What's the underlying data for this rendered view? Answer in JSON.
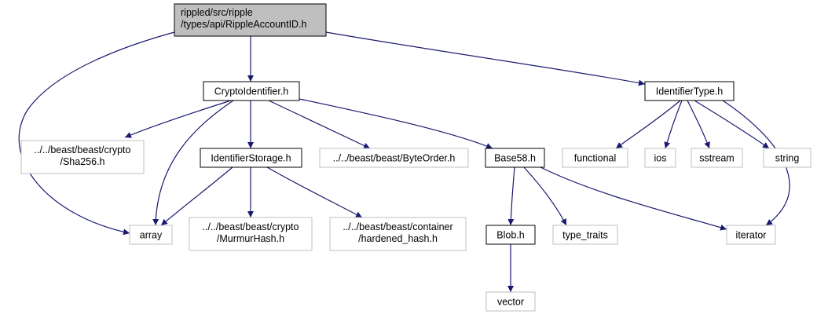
{
  "diagram": {
    "colors": {
      "edge": "#191970",
      "root_fill": "#bfbfbf",
      "root_stroke": "#000000",
      "internal_stroke": "#000000",
      "external_stroke": "#bfbfbf",
      "node_fill": "#ffffff"
    },
    "nodes": [
      {
        "id": "root",
        "kind": "root",
        "lines": [
          "rippled/src/ripple",
          "/types/api/RippleAccountID.h"
        ]
      },
      {
        "id": "crypto_identifier",
        "kind": "internal",
        "lines": [
          "CryptoIdentifier.h"
        ]
      },
      {
        "id": "identifier_type",
        "kind": "internal",
        "lines": [
          "IdentifierType.h"
        ]
      },
      {
        "id": "sha256",
        "kind": "external",
        "lines": [
          "../../beast/beast/crypto",
          "/Sha256.h"
        ]
      },
      {
        "id": "identifier_storage",
        "kind": "internal",
        "lines": [
          "IdentifierStorage.h"
        ]
      },
      {
        "id": "byte_order",
        "kind": "external",
        "lines": [
          "../../beast/beast/ByteOrder.h"
        ]
      },
      {
        "id": "base58",
        "kind": "internal",
        "lines": [
          "Base58.h"
        ]
      },
      {
        "id": "functional",
        "kind": "external",
        "lines": [
          "functional"
        ]
      },
      {
        "id": "ios",
        "kind": "external",
        "lines": [
          "ios"
        ]
      },
      {
        "id": "sstream",
        "kind": "external",
        "lines": [
          "sstream"
        ]
      },
      {
        "id": "string",
        "kind": "external",
        "lines": [
          "string"
        ]
      },
      {
        "id": "array",
        "kind": "external",
        "lines": [
          "array"
        ]
      },
      {
        "id": "murmur",
        "kind": "external",
        "lines": [
          "../../beast/beast/crypto",
          "/MurmurHash.h"
        ]
      },
      {
        "id": "hardened",
        "kind": "external",
        "lines": [
          "../../beast/beast/container",
          "/hardened_hash.h"
        ]
      },
      {
        "id": "blob",
        "kind": "internal",
        "lines": [
          "Blob.h"
        ]
      },
      {
        "id": "type_traits",
        "kind": "external",
        "lines": [
          "type_traits"
        ]
      },
      {
        "id": "iterator",
        "kind": "external",
        "lines": [
          "iterator"
        ]
      },
      {
        "id": "vector",
        "kind": "external",
        "lines": [
          "vector"
        ]
      }
    ],
    "edges": [
      {
        "from": "root",
        "to": "crypto_identifier"
      },
      {
        "from": "root",
        "to": "identifier_type"
      },
      {
        "from": "root",
        "to": "array"
      },
      {
        "from": "crypto_identifier",
        "to": "sha256"
      },
      {
        "from": "crypto_identifier",
        "to": "array"
      },
      {
        "from": "crypto_identifier",
        "to": "identifier_storage"
      },
      {
        "from": "crypto_identifier",
        "to": "byte_order"
      },
      {
        "from": "crypto_identifier",
        "to": "base58"
      },
      {
        "from": "identifier_type",
        "to": "functional"
      },
      {
        "from": "identifier_type",
        "to": "ios"
      },
      {
        "from": "identifier_type",
        "to": "sstream"
      },
      {
        "from": "identifier_type",
        "to": "string"
      },
      {
        "from": "identifier_type",
        "to": "iterator"
      },
      {
        "from": "identifier_storage",
        "to": "array"
      },
      {
        "from": "identifier_storage",
        "to": "murmur"
      },
      {
        "from": "identifier_storage",
        "to": "hardened"
      },
      {
        "from": "base58",
        "to": "blob"
      },
      {
        "from": "base58",
        "to": "type_traits"
      },
      {
        "from": "base58",
        "to": "iterator"
      },
      {
        "from": "blob",
        "to": "vector"
      }
    ]
  }
}
